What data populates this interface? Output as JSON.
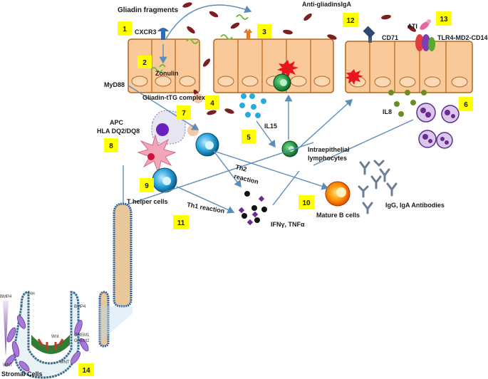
{
  "labels": {
    "gliadin_fragments": "Gliadin fragments",
    "cxcr3": "CXCR3",
    "zonulin": "Zonulin",
    "myd88": "MyD88",
    "gliadin_ttg": "Gliadin-tTG complex",
    "apc": "APC",
    "hla": "HLA DQ2/DQ8",
    "t_helper": "T helper cells",
    "th1": "Th1 reaction",
    "th2_a": "Th2",
    "th2_b": "reaction",
    "il15": "IL15",
    "ifn": "IFNγ, TNFα",
    "iel_a": "Intraepithelial",
    "iel_b": "lymphocytes",
    "mature_b": "Mature B cells",
    "igg": "IgG, IgA Antibodies",
    "anti_gliadin": "Anti-gliadinsIgA",
    "cd71": "CD71",
    "ati": "ATI",
    "tlr4": "TLR4-MD2-CD14",
    "il8": "IL8",
    "stromal": "Stromal Cells",
    "bmp4_left": "BMP4",
    "hh": "HH",
    "wnt_left": "WNT",
    "bmp4_right": "BMP4",
    "grem1": "GREM1",
    "grem2": "GREM2",
    "wnt_center": "Wnt",
    "wnt_bottom": "WNT"
  },
  "badges": [
    "1",
    "2",
    "3",
    "4",
    "5",
    "6",
    "7",
    "8",
    "9",
    "10",
    "11",
    "12",
    "13",
    "14"
  ],
  "colors": {
    "badge": "#ffff00",
    "enterocyte": "#f9c99a",
    "enterocyte_stroke": "#b5651d",
    "gliadin": "#7b1f1f",
    "arrow": "#5b8db8",
    "il15_dots": "#27aae1",
    "il8_dots": "#6b8e23",
    "cytokine_black": "#111111",
    "cytokine_purple": "#6a2c91"
  }
}
